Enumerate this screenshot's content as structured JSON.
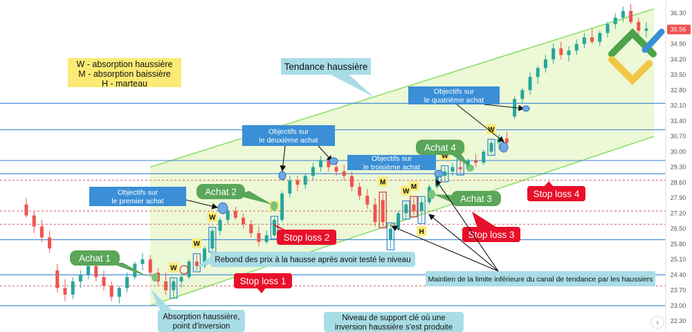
{
  "chart_data": {
    "type": "candlestick",
    "y_axis": {
      "ticks": [
        "36.30",
        "35.60",
        "34.90",
        "34.20",
        "33.50",
        "32.80",
        "32.10",
        "31.40",
        "30.70",
        "30.00",
        "29.30",
        "28.60",
        "27.90",
        "27.20",
        "26.50",
        "25.80",
        "25.10",
        "24.40",
        "23.70",
        "23.00",
        "22.30"
      ],
      "current_price": "35.56",
      "ylim": [
        21.8,
        36.9
      ]
    },
    "legend": {
      "lines": [
        "W - absorption haussière",
        "M - absorption baissière",
        "H - marteau"
      ]
    },
    "support_levels": [
      32.2,
      31.0,
      29.6,
      29.0,
      26.0,
      24.4,
      23.0
    ],
    "dashed_levels": [
      28.7,
      27.3,
      26.7,
      23.9
    ],
    "trend_channel": {
      "upper": {
        "from": [
          16,
          29.3
        ],
        "to": [
          81,
          36.5
        ]
      },
      "lower": {
        "from": [
          16,
          23.0
        ],
        "to": [
          81,
          30.7
        ]
      }
    },
    "labels": {
      "title_trend": "Tendance haussière",
      "obj1": [
        "Objectifs sur",
        "le premier achat"
      ],
      "obj2": [
        "Objectifs sur",
        "le deuxième achat"
      ],
      "obj3": [
        "Objectifs sur",
        "le troisième achat"
      ],
      "obj4": [
        "Objectifs sur",
        "le quatrième achat"
      ],
      "achat1": "Achat 1",
      "achat2": "Achat 2",
      "achat3": "Achat 3",
      "achat4": "Achat 4",
      "sl1": "Stop loss 1",
      "sl2": "Stop loss 2",
      "sl3": "Stop loss 3",
      "sl4": "Stop loss 4",
      "rebond": "Rebond des prix à la hausse après avoir testé le niveau",
      "absorption": [
        "Absorption haussière,",
        "point d'inversion"
      ],
      "support": [
        "Niveau de support clé où une",
        "inversion haussière s'est produite"
      ],
      "maintien": "Maintien de la limite inférieure du canal de tendance par les haussiers"
    },
    "pattern_tags": [
      {
        "tag": "W",
        "i": 19
      },
      {
        "tag": "W",
        "i": 22
      },
      {
        "tag": "W",
        "i": 24
      },
      {
        "tag": "W",
        "i": 32
      },
      {
        "tag": "M",
        "i": 46
      },
      {
        "tag": "H",
        "i": 47
      },
      {
        "tag": "M",
        "i": 50
      },
      {
        "tag": "W",
        "i": 49
      },
      {
        "tag": "H",
        "i": 51
      },
      {
        "tag": "W",
        "i": 54
      },
      {
        "tag": "W",
        "i": 56
      },
      {
        "tag": "W",
        "i": 60
      }
    ],
    "candles": [
      [
        27.6,
        27.9,
        27.0,
        27.1
      ],
      [
        27.1,
        27.3,
        26.3,
        26.6
      ],
      [
        26.6,
        26.9,
        25.9,
        26.1
      ],
      [
        26.1,
        26.4,
        25.4,
        25.6
      ],
      [
        24.6,
        24.9,
        23.6,
        23.8
      ],
      [
        23.8,
        24.2,
        23.2,
        23.5
      ],
      [
        23.5,
        24.3,
        23.3,
        24.1
      ],
      [
        24.1,
        24.6,
        23.8,
        24.4
      ],
      [
        24.4,
        25.0,
        24.2,
        24.8
      ],
      [
        24.8,
        25.2,
        24.1,
        24.3
      ],
      [
        24.3,
        24.6,
        23.7,
        23.9
      ],
      [
        23.9,
        24.1,
        23.2,
        23.4
      ],
      [
        23.4,
        23.9,
        23.1,
        23.8
      ],
      [
        23.8,
        24.5,
        23.6,
        24.3
      ],
      [
        24.3,
        25.0,
        24.2,
        24.9
      ],
      [
        24.9,
        25.4,
        24.6,
        25.1
      ],
      [
        25.1,
        25.3,
        24.3,
        24.5
      ],
      [
        24.5,
        24.7,
        23.9,
        24.1
      ],
      [
        24.1,
        24.5,
        23.5,
        23.7
      ],
      [
        23.7,
        24.2,
        23.4,
        24.1
      ],
      [
        24.1,
        24.4,
        23.8,
        24.3
      ],
      [
        24.3,
        25.1,
        24.2,
        25.0
      ],
      [
        25.0,
        25.3,
        24.6,
        24.8
      ],
      [
        24.8,
        25.7,
        24.7,
        25.6
      ],
      [
        25.6,
        26.5,
        25.5,
        26.4
      ],
      [
        26.4,
        27.0,
        26.2,
        26.9
      ],
      [
        26.9,
        27.4,
        26.7,
        27.3
      ],
      [
        27.3,
        27.5,
        26.9,
        27.0
      ],
      [
        27.0,
        27.2,
        26.5,
        26.7
      ],
      [
        26.7,
        26.9,
        26.1,
        26.3
      ],
      [
        26.3,
        26.6,
        25.7,
        25.9
      ],
      [
        25.9,
        26.4,
        25.8,
        26.2
      ],
      [
        26.2,
        27.0,
        26.1,
        26.9
      ],
      [
        26.9,
        28.2,
        26.8,
        28.1
      ],
      [
        28.1,
        28.9,
        27.9,
        28.7
      ],
      [
        28.7,
        28.9,
        28.2,
        28.5
      ],
      [
        28.5,
        29.0,
        28.3,
        28.9
      ],
      [
        28.9,
        29.5,
        28.7,
        29.3
      ],
      [
        29.3,
        29.8,
        29.1,
        29.6
      ],
      [
        29.6,
        29.8,
        29.1,
        29.3
      ],
      [
        29.3,
        29.5,
        28.9,
        29.1
      ],
      [
        29.1,
        29.4,
        28.7,
        28.9
      ],
      [
        28.9,
        29.1,
        28.2,
        28.4
      ],
      [
        28.4,
        28.6,
        27.8,
        28.0
      ],
      [
        28.0,
        28.3,
        27.4,
        27.6
      ],
      [
        27.6,
        27.9,
        26.6,
        26.8
      ],
      [
        27.8,
        28.1,
        26.6,
        26.8
      ],
      [
        26.0,
        26.7,
        25.6,
        26.5
      ],
      [
        26.5,
        27.3,
        26.4,
        27.2
      ],
      [
        27.2,
        27.7,
        27.0,
        27.6
      ],
      [
        27.6,
        27.9,
        27.1,
        27.3
      ],
      [
        27.3,
        27.9,
        26.8,
        27.7
      ],
      [
        27.7,
        28.5,
        27.6,
        28.4
      ],
      [
        28.4,
        29.0,
        28.3,
        28.9
      ],
      [
        28.9,
        29.3,
        28.7,
        29.1
      ],
      [
        29.1,
        29.5,
        28.9,
        29.3
      ],
      [
        29.3,
        29.6,
        29.0,
        29.2
      ],
      [
        29.2,
        29.7,
        29.1,
        29.6
      ],
      [
        29.6,
        29.9,
        29.3,
        29.5
      ],
      [
        29.5,
        30.1,
        29.4,
        30.0
      ],
      [
        30.0,
        30.5,
        29.9,
        30.4
      ],
      [
        30.4,
        30.8,
        30.1,
        30.6
      ],
      [
        30.6,
        30.9,
        30.2,
        30.4
      ],
      [
        31.6,
        32.5,
        31.5,
        32.4
      ],
      [
        32.4,
        32.9,
        32.2,
        32.8
      ],
      [
        32.8,
        33.6,
        32.6,
        33.4
      ],
      [
        33.4,
        33.9,
        33.1,
        33.8
      ],
      [
        33.8,
        34.4,
        33.6,
        34.2
      ],
      [
        34.2,
        34.9,
        34.0,
        34.7
      ],
      [
        34.7,
        35.0,
        34.2,
        34.4
      ],
      [
        34.4,
        34.8,
        34.1,
        34.6
      ],
      [
        34.6,
        35.1,
        34.4,
        34.9
      ],
      [
        34.9,
        35.4,
        34.7,
        35.2
      ],
      [
        35.2,
        35.6,
        34.9,
        35.0
      ],
      [
        35.0,
        35.5,
        34.8,
        35.4
      ],
      [
        35.4,
        35.9,
        35.2,
        35.8
      ],
      [
        35.8,
        36.3,
        35.6,
        36.1
      ],
      [
        36.1,
        36.6,
        35.9,
        36.4
      ],
      [
        36.4,
        36.7,
        35.8,
        35.9
      ],
      [
        35.9,
        36.1,
        35.3,
        35.5
      ],
      [
        35.5,
        35.9,
        35.2,
        35.6
      ]
    ]
  }
}
